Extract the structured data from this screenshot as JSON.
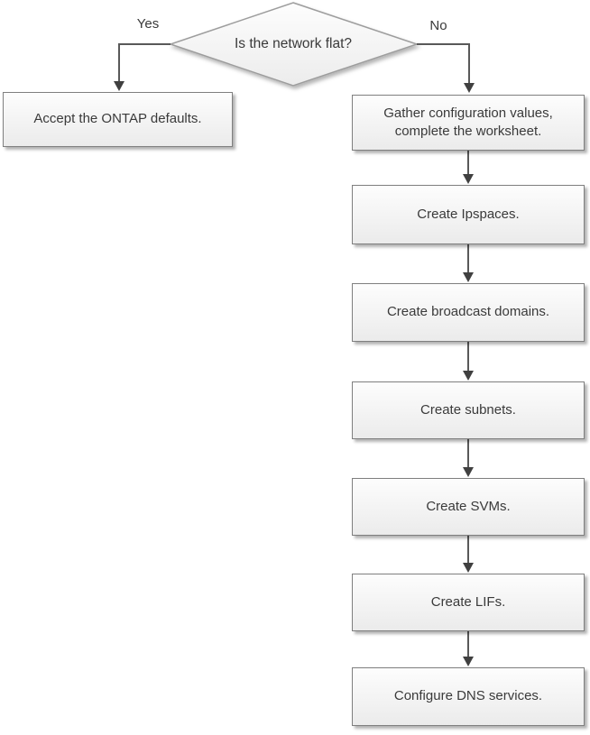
{
  "flowchart": {
    "decision": {
      "label": "Is the network flat?"
    },
    "branches": {
      "yes": "Yes",
      "no": "No"
    },
    "yes_path": {
      "step": "Accept the ONTAP defaults."
    },
    "no_path": {
      "steps": [
        "Gather configuration values, complete the worksheet.",
        "Create Ipspaces.",
        "Create broadcast domains.",
        "Create subnets.",
        "Create SVMs.",
        "Create LIFs.",
        "Configure DNS services."
      ]
    },
    "colors": {
      "node_border": "#7f7f7f",
      "node_fill_top": "#fdfdfd",
      "node_fill_bottom": "#ebebeb",
      "connector": "#595959",
      "arrow_head": "#404040",
      "text": "#3a3a3a"
    }
  }
}
